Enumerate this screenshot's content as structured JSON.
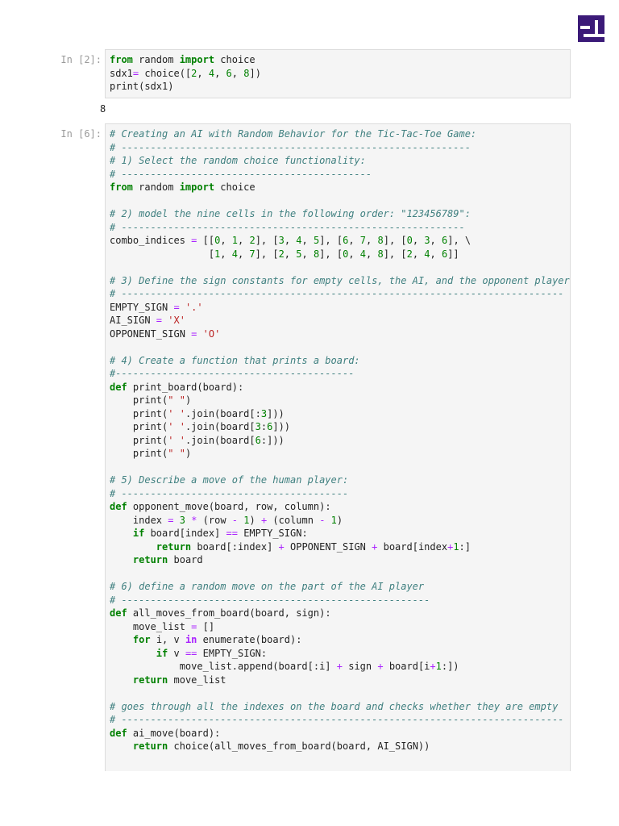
{
  "logo": {
    "icon": "jupyter-logo-icon",
    "color": "#3b1a78"
  },
  "cells": [
    {
      "prompt": "In [2]:",
      "lines": [
        "from random import choice",
        "sdx1= choice([2, 4, 6, 8])",
        "print(sdx1)"
      ],
      "output": "8"
    },
    {
      "prompt": "In [6]:",
      "lines": [
        "# Creating an AI with Random Behavior for the Tic-Tac-Toe Game:",
        "# ------------------------------------------------------------",
        "# 1) Select the random choice functionality:",
        "# -------------------------------------------",
        "from random import choice",
        "",
        "# 2) model the nine cells in the following order: \"123456789\":",
        "# -----------------------------------------------------------",
        "combo_indices = [[0, 1, 2], [3, 4, 5], [6, 7, 8], [0, 3, 6], \\",
        "                 [1, 4, 7], [2, 5, 8], [0, 4, 8], [2, 4, 6]]",
        "",
        "# 3) Define the sign constants for empty cells, the AI, and the opponent player",
        "# ----------------------------------------------------------------------------",
        "EMPTY_SIGN = '.'",
        "AI_SIGN = 'X'",
        "OPPONENT_SIGN = 'O'",
        "",
        "# 4) Create a function that prints a board:",
        "#-----------------------------------------",
        "def print_board(board):",
        "    print(\" \")",
        "    print(' '.join(board[:3]))",
        "    print(' '.join(board[3:6]))",
        "    print(' '.join(board[6:]))",
        "    print(\" \")",
        "",
        "# 5) Describe a move of the human player:",
        "# ---------------------------------------",
        "def opponent_move(board, row, column):",
        "    index = 3 * (row - 1) + (column - 1)",
        "    if board[index] == EMPTY_SIGN:",
        "        return board[:index] + OPPONENT_SIGN + board[index+1:]",
        "    return board",
        "",
        "# 6) define a random move on the part of the AI player",
        "# -----------------------------------------------------",
        "def all_moves_from_board(board, sign):",
        "    move_list = []",
        "    for i, v in enumerate(board):",
        "        if v == EMPTY_SIGN:",
        "            move_list.append(board[:i] + sign + board[i+1:])",
        "    return move_list",
        "",
        "# goes through all the indexes on the board and checks whether they are empty",
        "# ----------------------------------------------------------------------------",
        "def ai_move(board):",
        "    return choice(all_moves_from_board(board, AI_SIGN))"
      ]
    }
  ]
}
